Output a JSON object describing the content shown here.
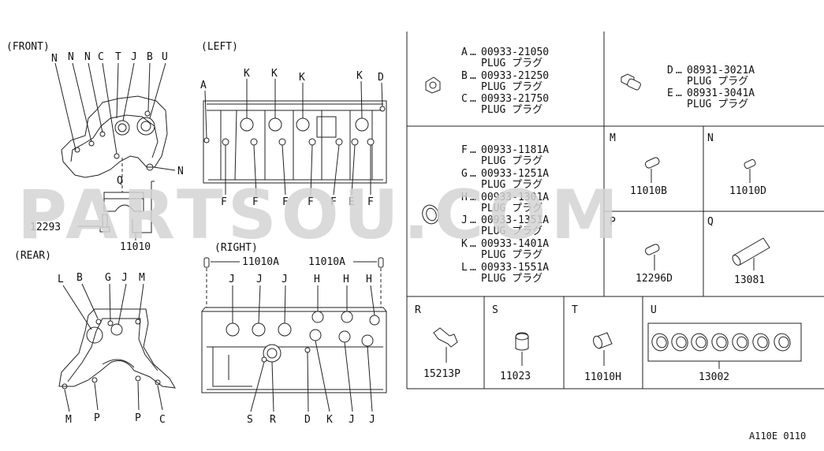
{
  "watermark": "PARTSOU.COM",
  "diagram_code": "A110E 0110",
  "views": {
    "front": "(FRONT)",
    "left": "(LEFT)",
    "rear": "(REAR)",
    "right": "(RIGHT)"
  },
  "front_callouts": [
    "N",
    "N",
    "N",
    "C",
    "T",
    "J",
    "B",
    "U",
    "N",
    "Q"
  ],
  "front_parts": {
    "bolt": "12293",
    "block": "11010"
  },
  "left_callouts_top": [
    "A",
    "K",
    "K",
    "K",
    "K",
    "D"
  ],
  "left_callouts_bottom": [
    "F",
    "F",
    "F",
    "F",
    "F",
    "E",
    "F"
  ],
  "rear_callouts_top": [
    "L",
    "B",
    "G",
    "J",
    "M"
  ],
  "rear_callouts_bottom": [
    "M",
    "P",
    "P",
    "C"
  ],
  "right_parts": {
    "left_dowel": "11010A",
    "right_dowel": "11010A"
  },
  "right_callouts_top": [
    "J",
    "J",
    "J",
    "H",
    "H",
    "H"
  ],
  "right_callouts_bottom": [
    "S",
    "R",
    "D",
    "K",
    "J",
    "J"
  ],
  "plugs_group1": [
    {
      "letter": "A",
      "number": "00933-21050",
      "name": "PLUG プラグ"
    },
    {
      "letter": "B",
      "number": "00933-21250",
      "name": "PLUG プラグ"
    },
    {
      "letter": "C",
      "number": "00933-21750",
      "name": "PLUG プラグ"
    }
  ],
  "plugs_group2": [
    {
      "letter": "D",
      "number": "08931-3021A",
      "name": "PLUG プラグ"
    },
    {
      "letter": "E",
      "number": "08931-3041A",
      "name": "PLUG プラグ"
    }
  ],
  "plugs_group3": [
    {
      "letter": "F",
      "number": "00933-1181A",
      "name": "PLUG プラグ"
    },
    {
      "letter": "G",
      "number": "00933-1251A",
      "name": "PLUG プラグ"
    },
    {
      "letter": "H",
      "number": "00933-1301A",
      "name": "PLUG プラグ"
    },
    {
      "letter": "J",
      "number": "00933-1351A",
      "name": "PLUG プラグ"
    },
    {
      "letter": "K",
      "number": "00933-1401A",
      "name": "PLUG プラグ"
    },
    {
      "letter": "L",
      "number": "00933-1551A",
      "name": "PLUG プラグ"
    }
  ],
  "cells": [
    {
      "letter": "M",
      "part": "11010B"
    },
    {
      "letter": "N",
      "part": "11010D"
    },
    {
      "letter": "P",
      "part": "12296D"
    },
    {
      "letter": "Q",
      "part": "13081"
    },
    {
      "letter": "R",
      "part": "15213P"
    },
    {
      "letter": "S",
      "part": "11023"
    },
    {
      "letter": "T",
      "part": "11010H"
    },
    {
      "letter": "U",
      "part": "13002"
    }
  ],
  "separator": "…"
}
